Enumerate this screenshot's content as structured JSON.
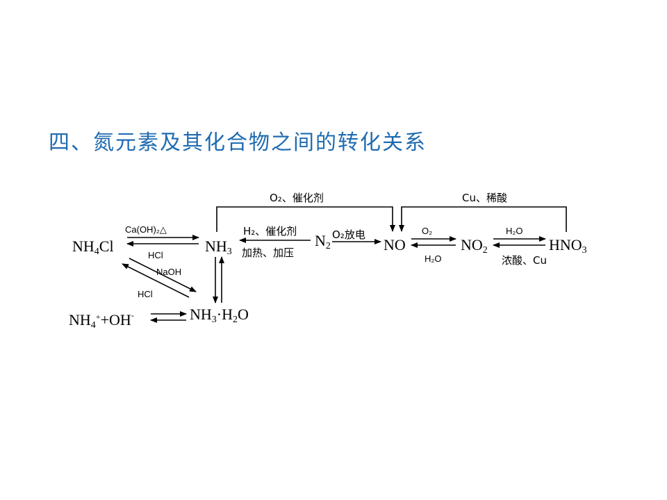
{
  "title": "四、氮元素及其化合物之间的转化关系",
  "species": {
    "nh4cl": {
      "main": "NH",
      "sub": "4",
      "rest": "Cl"
    },
    "nh3": {
      "main": "NH",
      "sub": "3"
    },
    "n2": {
      "main": "N",
      "sub": "2"
    },
    "no": "NO",
    "no2": {
      "main": "NO",
      "sub": "2"
    },
    "hno3": {
      "main": "HNO",
      "sub": "3"
    },
    "nh4_oh": {
      "main": "NH",
      "sub": "4",
      "sup": "+",
      "rest": "+OH",
      "sup2": "-"
    },
    "nh3h2o": {
      "main": "NH",
      "sub": "3",
      "mid": "·H",
      "sub2": "2",
      "rest": "O"
    }
  },
  "conditions": {
    "nh4cl_to_nh3": "Ca(OH)₂△",
    "nh3_to_nh4cl": "HCl",
    "n2_to_nh3_top": "H₂、催化剂",
    "n2_to_nh3_bottom": "加热、加压",
    "n2_to_no": "O₂放电",
    "no_to_no2": "O₂",
    "no2_to_no": "H₂O",
    "no2_to_hno3": "H₂O",
    "hno3_to_no2": "浓酸、Cu",
    "nh3_to_no_loop": "O₂、催化剂",
    "hno3_to_no_loop": "Cu、稀酸",
    "nh3h2o_to_nh4cl": "NaOH",
    "nh4cl_to_nh3h2o": "HCl"
  }
}
